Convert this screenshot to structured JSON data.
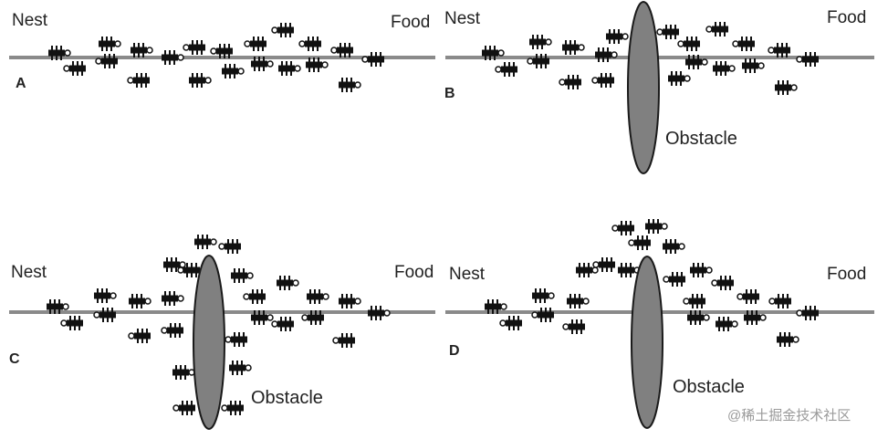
{
  "nest_label": "Nest",
  "food_label": "Food",
  "obstacle_label": "Obstacle",
  "watermark": "@稀土掘金技术社区",
  "panels": [
    {
      "id": "A",
      "label": "A",
      "has_obstacle": false
    },
    {
      "id": "B",
      "label": "B",
      "has_obstacle": true
    },
    {
      "id": "C",
      "label": "C",
      "has_obstacle": true
    },
    {
      "id": "D",
      "label": "D",
      "has_obstacle": true
    }
  ],
  "colors": {
    "trail": "#8a8a8a",
    "obstacle_fill": "#808080",
    "obstacle_stroke": "#1a1a1a",
    "ant": "#111111"
  }
}
